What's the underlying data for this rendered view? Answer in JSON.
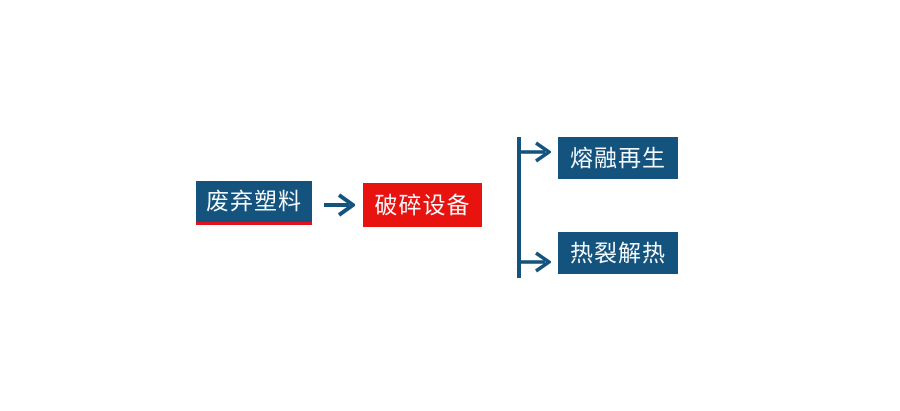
{
  "diagram": {
    "type": "flowchart",
    "direction": "left-to-right",
    "nodes": {
      "source": {
        "label": "废弃塑料",
        "bg": "#14537e",
        "text_color": "#ffffff",
        "underline_color": "#e01222"
      },
      "process": {
        "label": "破碎设备",
        "bg": "#e8120f",
        "text_color": "#ffffff"
      },
      "branch_top": {
        "label": "熔融再生",
        "bg": "#14537e",
        "text_color": "#ffffff"
      },
      "branch_bottom": {
        "label": "热裂解热",
        "bg": "#14537e",
        "text_color": "#ffffff"
      }
    },
    "edges": [
      {
        "from": "source",
        "to": "process",
        "style": "arrow"
      },
      {
        "from": "process",
        "to": "branch_top",
        "style": "branch-arrow"
      },
      {
        "from": "process",
        "to": "branch_bottom",
        "style": "branch-arrow"
      }
    ],
    "connector_color": "#14537e",
    "background_color": "#ffffff"
  }
}
